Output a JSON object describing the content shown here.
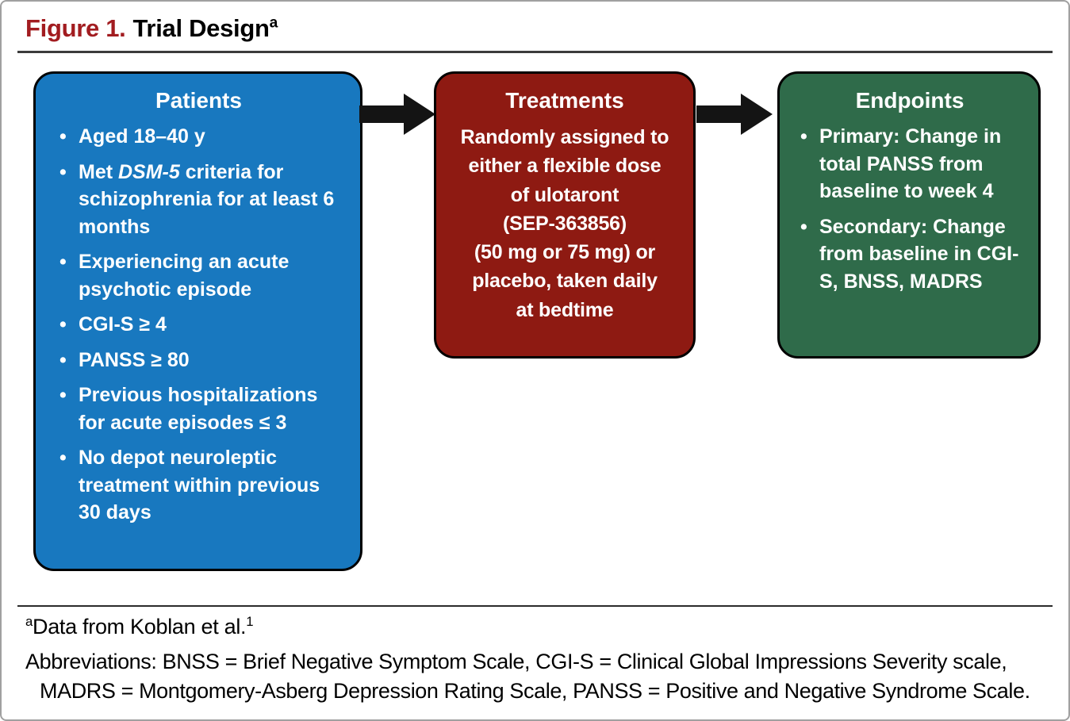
{
  "figure": {
    "label": "Figure 1.",
    "title": "Trial Design",
    "title_superscript": "a"
  },
  "patients": {
    "title": "Patients",
    "bullets": [
      {
        "text": "Aged 18–40 y"
      },
      {
        "pre": "Met ",
        "italic": "DSM-5",
        "post": " criteria for schizophrenia for at least 6 months"
      },
      {
        "text": "Experiencing an acute psychotic episode"
      },
      {
        "text": "CGI-S ≥ 4"
      },
      {
        "text": "PANSS ≥ 80"
      },
      {
        "text": "Previous hospitalizations for acute episodes ≤ 3"
      },
      {
        "text": "No depot neuroleptic treatment within previous 30 days"
      }
    ]
  },
  "treatments": {
    "title": "Treatments",
    "lines": [
      "Randomly assigned to",
      "either a flexible dose",
      "of ulotaront",
      "(SEP-363856)",
      "(50 mg or 75 mg) or",
      "placebo, taken daily",
      "at bedtime"
    ]
  },
  "endpoints": {
    "title": "Endpoints",
    "bullets": [
      "Primary: Change in total PANSS from baseline to week 4",
      "Secondary: Change from baseline in CGI-S, BNSS, MADRS"
    ]
  },
  "footnote": {
    "marker": "a",
    "text": "Data from Koblan et al.",
    "citation": "1"
  },
  "abbreviations": {
    "line1": "Abbreviations: BNSS = Brief Negative Symptom Scale, CGI-S = Clinical Global Impressions Severity scale,",
    "line2": "MADRS = Montgomery-Asberg Depression Rating Scale, PANSS = Positive and Negative Syndrome Scale."
  },
  "colors": {
    "figure_label": "#A21C20",
    "patients_box": "#1878BF",
    "treatments_box": "#8E1A12",
    "endpoints_box": "#2F6B4A",
    "arrow": "#141414",
    "box_text": "#FFFFFF"
  }
}
